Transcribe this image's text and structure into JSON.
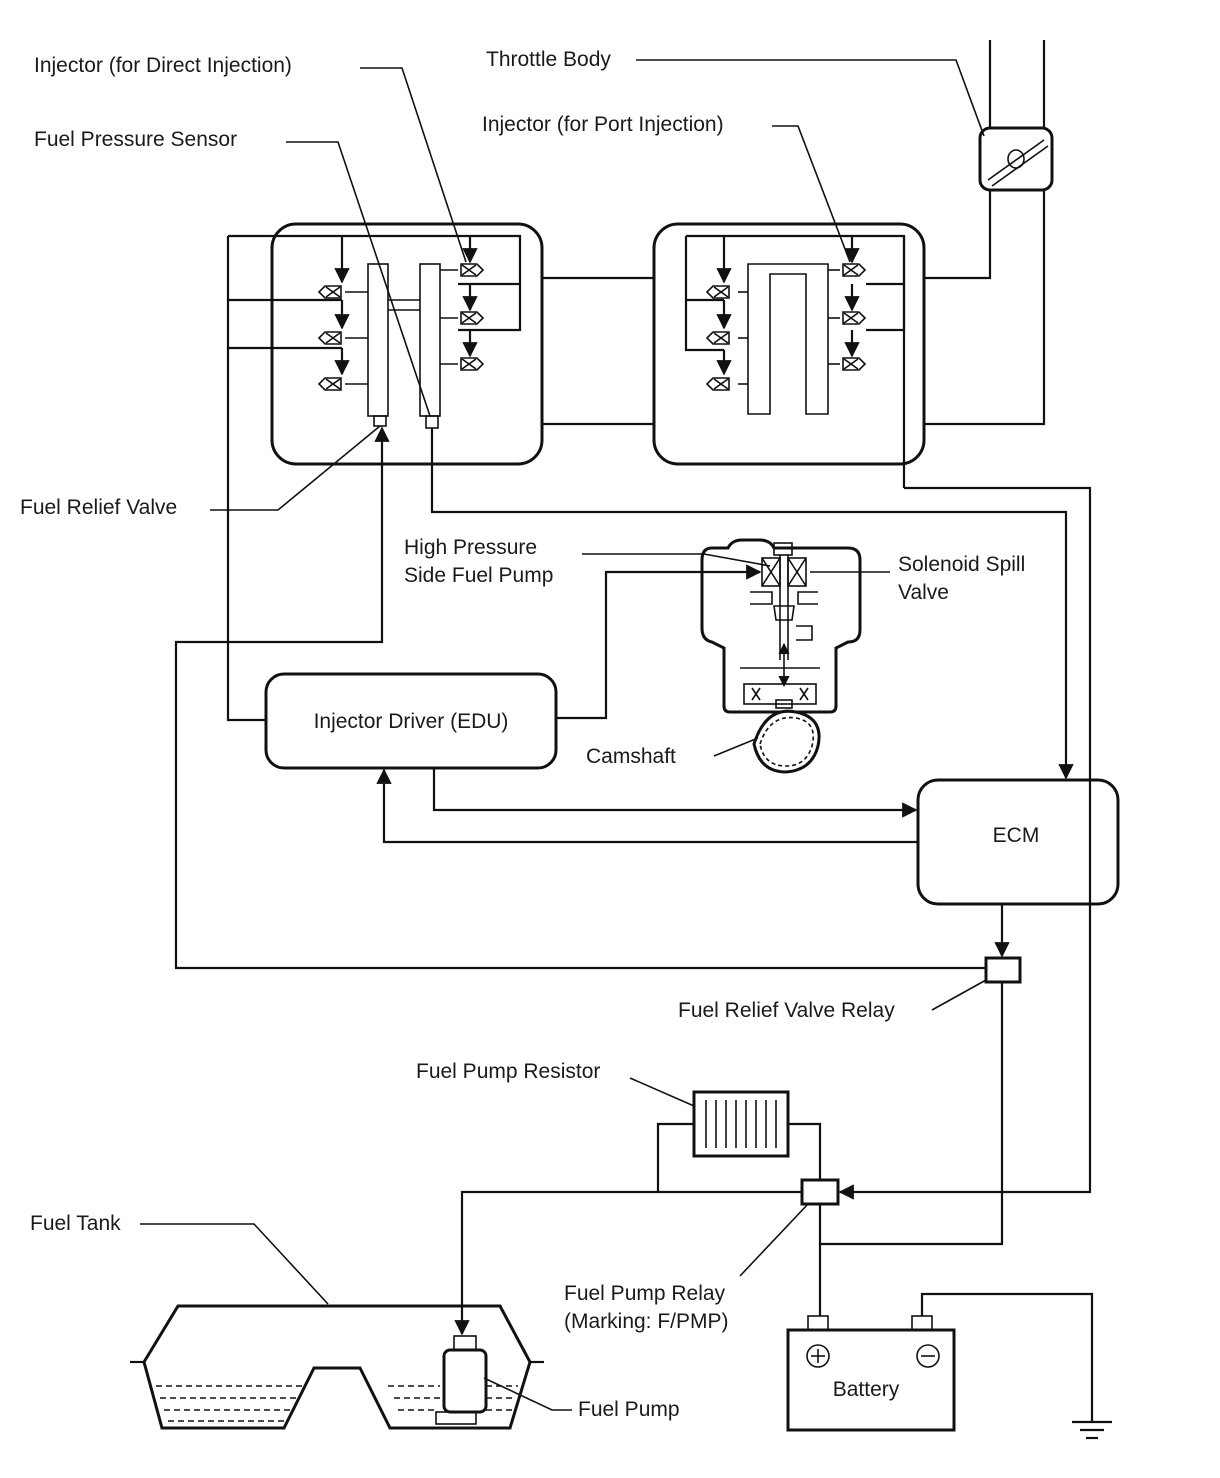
{
  "labels": {
    "injector_direct": "Injector (for Direct Injection)",
    "fuel_pressure_sensor": "Fuel Pressure Sensor",
    "throttle_body": "Throttle Body",
    "injector_port": "Injector (for Port Injection)",
    "fuel_relief_valve": "Fuel Relief Valve",
    "hp_pump_line1": "High Pressure",
    "hp_pump_line2": "Side Fuel Pump",
    "spill_valve_line1": "Solenoid Spill",
    "spill_valve_line2": "Valve",
    "camshaft": "Camshaft",
    "fuel_relief_valve_relay": "Fuel Relief Valve Relay",
    "fuel_pump_resistor": "Fuel Pump Resistor",
    "fuel_tank": "Fuel Tank",
    "fuel_pump_relay_line1": "Fuel Pump Relay",
    "fuel_pump_relay_line2": "(Marking: F/PMP)",
    "fuel_pump": "Fuel Pump"
  },
  "boxes": {
    "edu": "Injector Driver (EDU)",
    "ecm": "ECM",
    "battery": "Battery"
  },
  "battery_terminals": {
    "positive": "+",
    "negative": "−"
  }
}
